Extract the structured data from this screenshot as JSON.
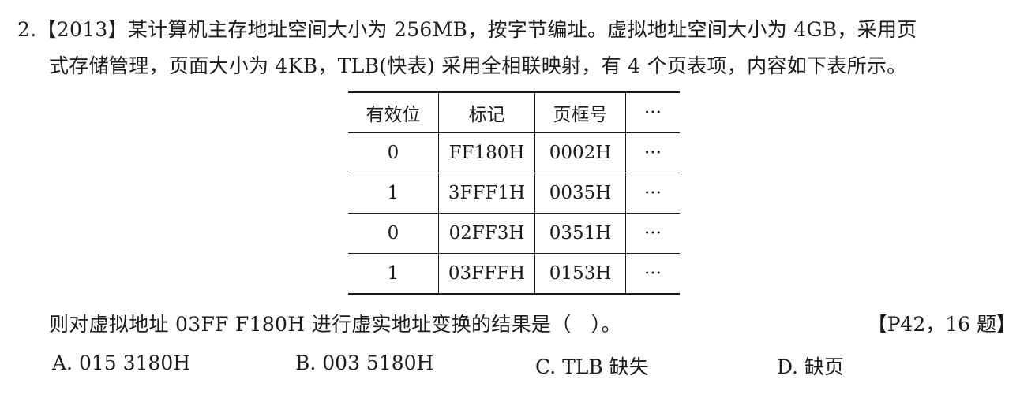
{
  "question": {
    "line1": "2.【2013】某计算机主存地址空间大小为 256MB，按字节编址。虚拟地址空间大小为 4GB，采用页",
    "line2": "式存储管理，页面大小为 4KB，TLB(快表) 采用全相联映射，有 4 个页表项，内容如下表所示。",
    "line3": "则对虚拟地址 03FF F180H 进行虚实地址变换的结果是（　）。",
    "reference": "【P42，16 题】"
  },
  "table": {
    "headers": [
      "有效位",
      "标记",
      "页框号",
      "···"
    ],
    "rows": [
      [
        "0",
        "FF180H",
        "0002H",
        "···"
      ],
      [
        "1",
        "3FFF1H",
        "0035H",
        "···"
      ],
      [
        "0",
        "02FF3H",
        "0351H",
        "···"
      ],
      [
        "1",
        "03FFFH",
        "0153H",
        "···"
      ]
    ]
  },
  "options": {
    "a": "A. 015 3180H",
    "b": "B. 003 5180H",
    "c": "C. TLB 缺失",
    "d": "D. 缺页"
  }
}
